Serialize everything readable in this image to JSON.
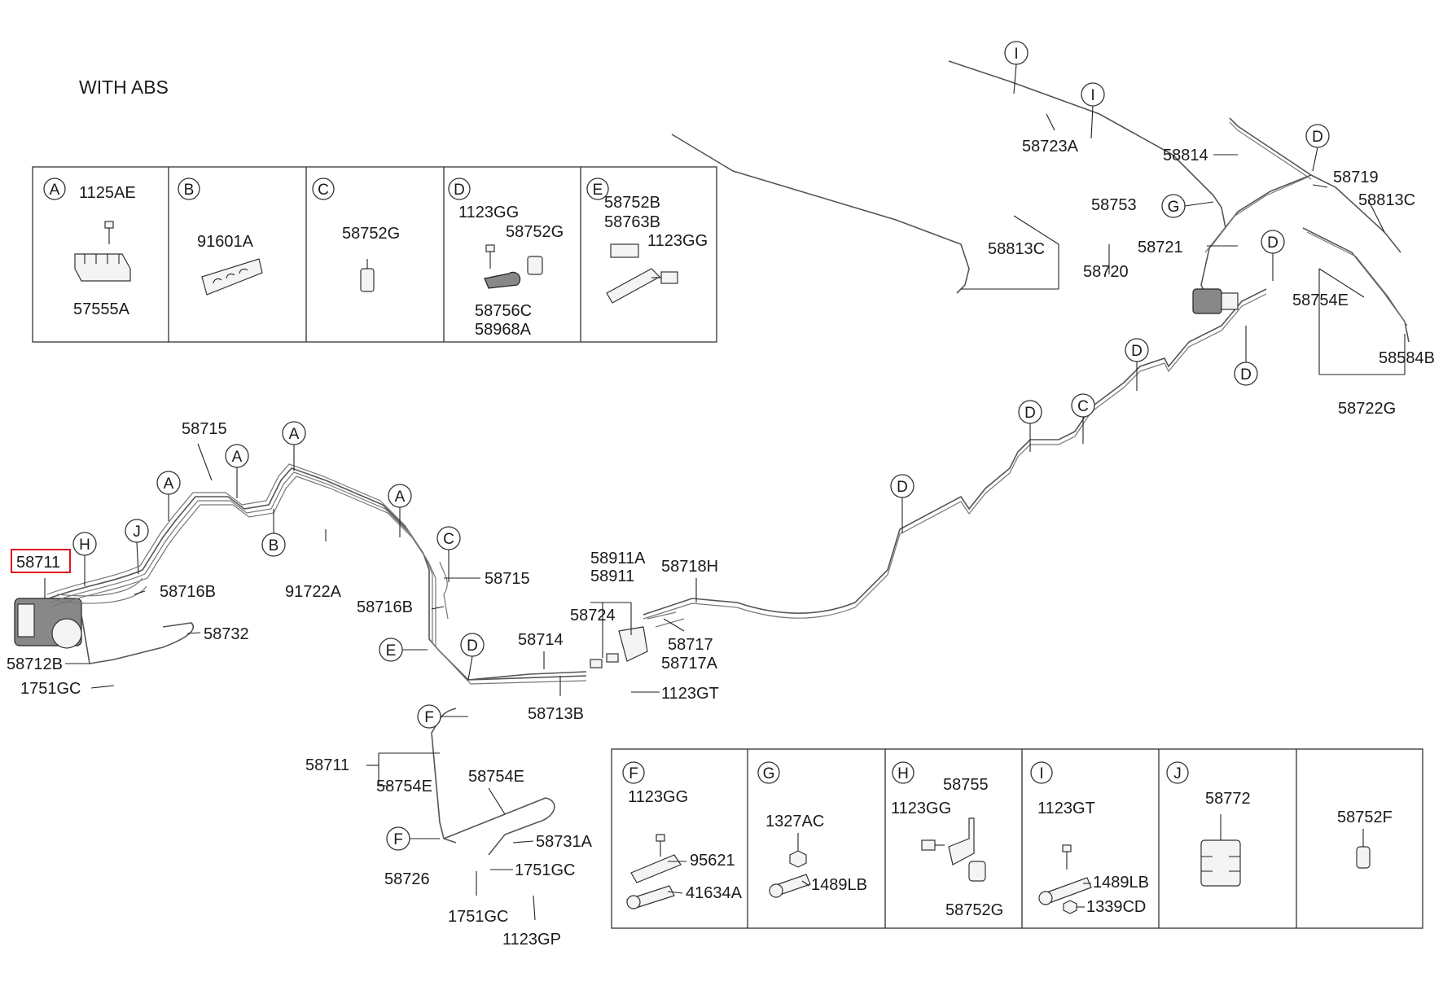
{
  "header": {
    "title": "WITH ABS"
  },
  "legend_panels": {
    "top": [
      {
        "letter": "A",
        "parts": [
          "1125AE",
          "57555A"
        ]
      },
      {
        "letter": "B",
        "parts": [
          "91601A"
        ]
      },
      {
        "letter": "C",
        "parts": [
          "58752G"
        ]
      },
      {
        "letter": "D",
        "parts": [
          "1123GG",
          "58752G",
          "58756C",
          "58968A"
        ]
      },
      {
        "letter": "E",
        "parts": [
          "58752B",
          "58763B",
          "1123GG"
        ]
      }
    ],
    "bottom": [
      {
        "letter": "F",
        "parts": [
          "1123GG",
          "95621",
          "41634A"
        ]
      },
      {
        "letter": "G",
        "parts": [
          "1327AC",
          "1489LB"
        ]
      },
      {
        "letter": "H",
        "parts": [
          "58755",
          "1123GG",
          "58752G"
        ]
      },
      {
        "letter": "I",
        "parts": [
          "1123GT",
          "1489LB",
          "1339CD"
        ]
      },
      {
        "letter": "J",
        "parts": [
          "58772"
        ]
      },
      {
        "letter": "",
        "parts": [
          "58752F"
        ]
      }
    ]
  },
  "callouts": {
    "highlighted": "58711",
    "c58715_top": "58715",
    "c58716B_left": "58716B",
    "c91722A": "91722A",
    "c58715_mid": "58715",
    "c58716B_mid": "58716B",
    "c58732": "58732",
    "c58712B": "58712B",
    "c1751GC_left": "1751GC",
    "c58714": "58714",
    "c58713B": "58713B",
    "c58911A": "58911A",
    "c58911": "58911",
    "c58724": "58724",
    "c58718H": "58718H",
    "c58717": "58717",
    "c58717A": "58717A",
    "c1123GT": "1123GT",
    "c58711_low": "58711",
    "c58754E_low": "58754E",
    "c58754E_mid": "58754E",
    "c58731A": "58731A",
    "c58726": "58726",
    "c1751GC_r": "1751GC",
    "c1751GC_b": "1751GC",
    "c1123GP": "1123GP",
    "c58723A": "58723A",
    "c58753": "58753",
    "c58813C_mid": "58813C",
    "c58720": "58720",
    "c58814": "58814",
    "c58721": "58721",
    "c58719": "58719",
    "c58813C_r": "58813C",
    "c58754E_r": "58754E",
    "c58584B": "58584B",
    "c58722G": "58722G"
  },
  "clip_markers": {
    "A1": "A",
    "A2": "A",
    "A3": "A",
    "A4": "A",
    "J1": "J",
    "H1": "H",
    "B1": "B",
    "C1": "C",
    "C2": "C",
    "E1": "E",
    "D1": "D",
    "D2": "D",
    "D3": "D",
    "D4": "D",
    "D5": "D",
    "D6": "D",
    "D7": "D",
    "F1": "F",
    "F2": "F",
    "G1": "G",
    "I1": "I",
    "I2": "I"
  }
}
